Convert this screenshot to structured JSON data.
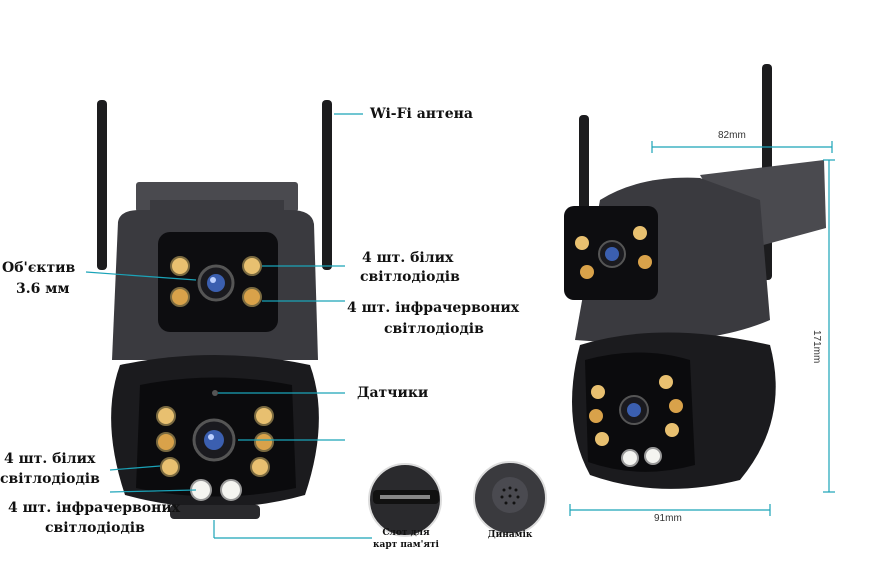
{
  "labels": {
    "wifi": "Wi-Fi антена",
    "lens_1": "Об'єктив",
    "lens_2": "3.6 мм",
    "white_top_1": "4 шт. білих",
    "white_top_2": "світлодіодів",
    "ir_top_1": "4 шт. інфрачервоних",
    "ir_top_2": "світлодіодів",
    "sensors": "Датчики",
    "white_bottom_1": "4 шт. білих",
    "white_bottom_2": "світлодіодів",
    "ir_bottom_1": "4 шт. інфрачервоних",
    "ir_bottom_2": "світлодіодів",
    "slot_1": "Слот для",
    "slot_2": "карт пам'яті",
    "speaker": "Динамік"
  },
  "dimensions": {
    "width": "82mm",
    "height": "171mm",
    "depth": "91mm"
  },
  "colors": {
    "callout_line": "#1aa3b8",
    "camera_body": "#2b2b2e",
    "camera_dark": "#151517",
    "led_white": "#f4e6b0",
    "led_amber": "#d9a24a",
    "lens_blue": "#3b5fb0"
  }
}
